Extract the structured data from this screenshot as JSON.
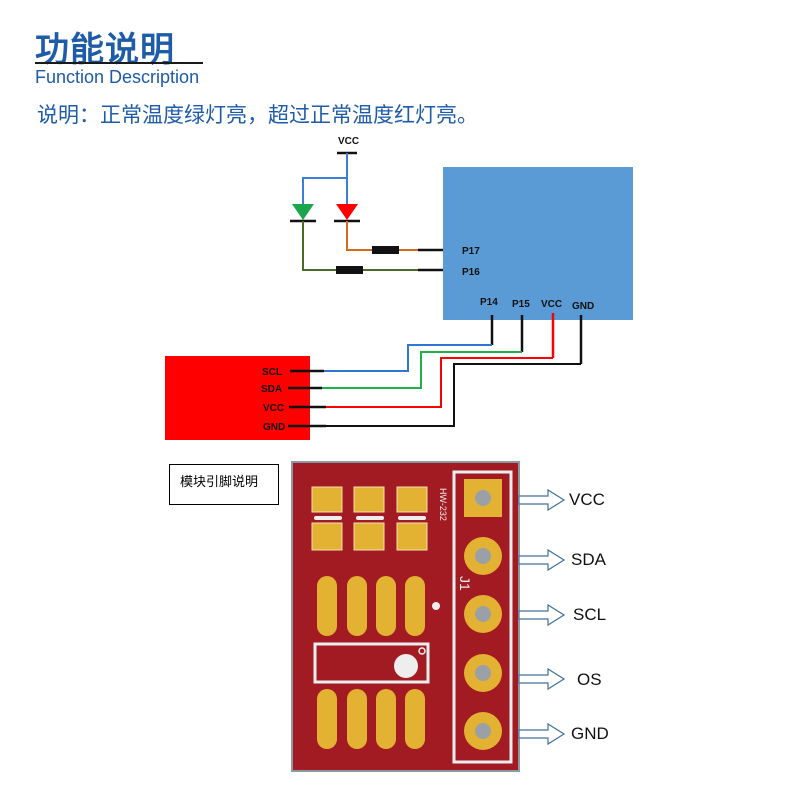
{
  "header": {
    "title": "功能说明",
    "subtitle": "Function Description",
    "description": "说明：正常温度绿灯亮，超过正常温度红灯亮。"
  },
  "schematic": {
    "vcc_label": "VCC",
    "led_green_color": "#1aa64a",
    "led_red_color": "#ff0000",
    "mcu_color": "#5b9bd5",
    "sensor_color": "#ff0000",
    "mcu_pins_side": [
      "P17",
      "P16"
    ],
    "mcu_pins_bottom": [
      "P14",
      "P15",
      "VCC",
      "GND"
    ],
    "sensor_pins": [
      "SCL",
      "SDA",
      "VCC",
      "GND"
    ],
    "wire_colors": {
      "scl": "#2e75d6",
      "sda": "#1fb04a",
      "vcc": "#ff0000",
      "gnd": "#111111",
      "p17": "#d46a1a",
      "p16": "#4a6b2a"
    }
  },
  "module": {
    "box_label": "模块引脚说明",
    "board_label": "HW-232",
    "connector_label": "J1",
    "board_color": "#a31b22",
    "pad_color": "#e3b232",
    "pins": [
      "VCC",
      "SDA",
      "SCL",
      "OS",
      "GND"
    ]
  }
}
